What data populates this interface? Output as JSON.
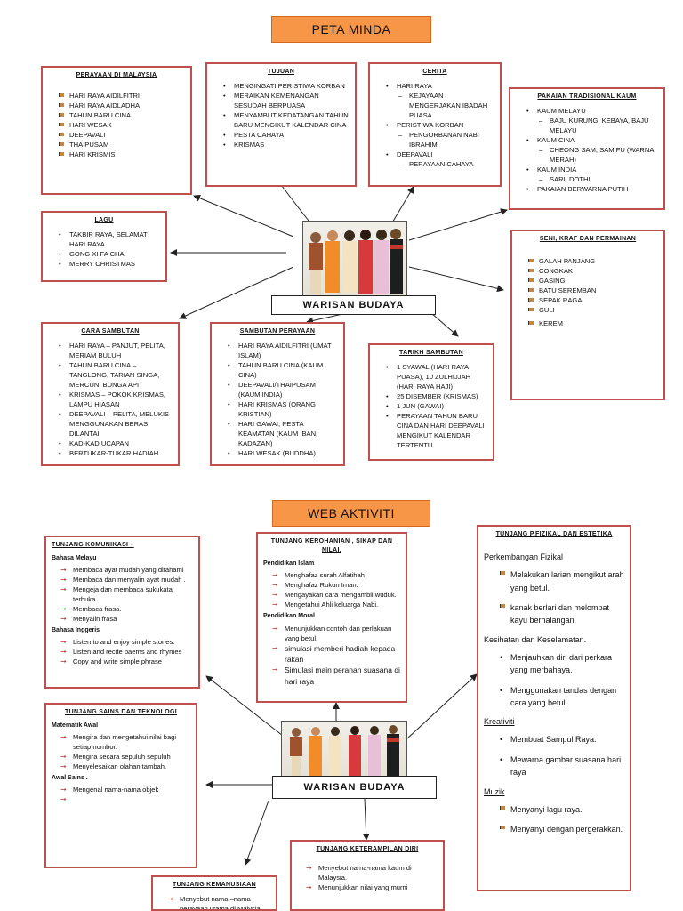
{
  "peta": {
    "title": "PETA MINDA",
    "center_label": "WARISAN BUDAYA",
    "perayaan": {
      "heading": "PERAYAAN DI MALAYSIA",
      "items": [
        "HARI RAYA AIDILFITRI",
        "HARI RAYA AIDLADHA",
        "TAHUN BARU CINA",
        "HARI WESAK",
        "DEEPAVALI",
        "THAIPUSAM",
        "HARI KRISMIS"
      ]
    },
    "tujuan": {
      "heading": "TUJUAN",
      "items": [
        "MENGINGATI PERISTIWA KORBAN",
        "MERAIKAN KEMENANGAN SESUDAH BERPUASA",
        "MENYAMBUT KEDATANGAN TAHUN BARU MENGIKUT KALENDAR CINA",
        "PESTA CAHAYA",
        "KRISMAS"
      ]
    },
    "cerita": {
      "heading": "CERITA",
      "i1": "HARI RAYA",
      "i1a": "KEJAYAAN MENGERJAKAN IBADAH PUASA",
      "i2": "PERISTIWA KORBAN",
      "i2a": "PENGORBANAN NABI IBRAHIM",
      "i3": "DEEPAVALI",
      "i3a": "PERAYAAN CAHAYA"
    },
    "pakaian": {
      "heading": "PAKAIAN TRADISIONAL KAUM",
      "i1": "KAUM MELAYU",
      "i1a": "BAJU KURUNG, KEBAYA, BAJU MELAYU",
      "i2": "KAUM CINA",
      "i2a": "CHEONG SAM, SAM FU (WARNA MERAH)",
      "i3": "KAUM INDIA",
      "i3a": "SARI, DOTHI",
      "i4": "PAKAIAN BERWARNA PUTIH"
    },
    "lagu": {
      "heading": "LAGU",
      "items": [
        "TAKBIR RAYA, SELAMAT HARI RAYA",
        "GONG XI FA CHAI",
        "MERRY CHRISTMAS"
      ]
    },
    "seni": {
      "heading": "SENI, KRAF DAN PERMAINAN",
      "items": [
        "GALAH PANJANG",
        "CONGKAK",
        "GASING",
        "BATU SEREMBAN",
        "SEPAK RAGA",
        "GULI"
      ],
      "last": "KEREM"
    },
    "cara": {
      "heading": "CARA SAMBUTAN",
      "items": [
        "HARI RAYA – PANJUT, PELITA, MERIAM BULUH",
        "TAHUN BARU CINA – TANGLONG, TARIAN SINGA, MERCUN, BUNGA API",
        "KRISMAS – POKOK KRISMAS, LAMPU HIASAN",
        "DEEPAVALI – PELITA, MELUKIS MENGGUNAKAN BERAS DILANTAI",
        "KAD-KAD UCAPAN",
        "BERTUKAR-TUKAR HADIAH"
      ]
    },
    "sambutan": {
      "heading": "SAMBUTAN PERAYAAN",
      "items": [
        "HARI RAYA AIDILFITRI (UMAT ISLAM)",
        "TAHUN BARU CINA (KAUM CINA)",
        "DEEPAVALI/THAIPUSAM (KAUM INDIA)",
        "HARI KRISMAS (ORANG KRISTIAN)",
        "HARI GAWAI, PESTA KEAMATAN (KAUM IBAN, KADAZAN)",
        "HARI WESAK (BUDDHA)"
      ]
    },
    "tarikh": {
      "heading": "TARIKH SAMBUTAN",
      "items": [
        "1 SYAWAL (HARI RAYA PUASA), 10 ZULHIJJAH (HARI RAYA HAJI)",
        "25 DISEMBER (KRISMAS)",
        "1 JUN (GAWAI)",
        "PERAYAAN TAHUN BARU CINA DAN HARI DEEPAVALI MENGIKUT KALENDAR TERTENTU"
      ]
    }
  },
  "web": {
    "title": "WEB AKTIVITI",
    "center_label": "WARISAN BUDAYA",
    "komunikasi": {
      "heading": "TUNJANG KOMUNIKASI –",
      "sub1": "Bahasa Melayu",
      "items1": [
        "Membaca ayat mudah yang difahami",
        "Membaca dan menyalin  ayat mudah .",
        "Mengeja dan membaca sukukata terbuka.",
        "Membaca frasa.",
        "Menyalin frasa"
      ],
      "sub2": "Bahasa Inggeris",
      "items2": [
        "Listen to and enjoy simple stories.",
        "Listen and recite paems and rhymes",
        "Copy and write simple phrase"
      ]
    },
    "kerohanian": {
      "heading": "TUNJANG KEROHANIAN , SIKAP DAN NILAI.",
      "sub1": "Pendidikan Islam",
      "items1": [
        "Menghafaz surah Alfatihah",
        "Menghafaz Rukun Iman.",
        "Mengayakan cara mengambil wuduk.",
        "Mengetahui Ahli keluarga Nabi."
      ],
      "sub2": "Pendidikan Moral",
      "items2": [
        "Menunjukkan contoh dan perlakuan yang betul.",
        "simulasi   memberi   hadiah kepada rakan",
        "Simulasi   main   peranan suasana di hari raya"
      ]
    },
    "fizikal": {
      "heading": "TUNJANG P.FIZIKAL DAN ESTETIKA",
      "p1": "Perkembangan Fizikal",
      "items1": [
        "Melakukan larian mengikut arah yang betul.",
        "kanak berlari dan melompat kayu berhalangan."
      ],
      "p2": "Kesihatan dan Keselamatan.",
      "items2": [
        "Menjauhkan diri dari perkara yang merbahaya.",
        "Menggunakan tandas dengan cara yang betul."
      ],
      "p3": "Kreativiti",
      "items3": [
        "Membuat Sampul Raya.",
        "Mewarna gambar suasana hari raya"
      ],
      "p4": "Muzik",
      "items4": [
        "Menyanyi lagu raya.",
        "Menyanyi dengan pergerakkan."
      ]
    },
    "sains": {
      "heading": "TUNJANG SAINS DAN TEKNOLOGI",
      "sub1": "Matematik Awal",
      "items1": [
        "Mengira dan mengetahui nilai bagi setiap nombor.",
        "Mengira secara sepuluh sepuluh",
        "Menyelesaikan olahan tambah."
      ],
      "sub2": "Awal Sains .",
      "items2": [
        "Mengenal nama-nama objek",
        ""
      ]
    },
    "keterampilan": {
      "heading": "TUNJANG KETERAMPILAN DIRI",
      "items": [
        "Menyebut nama-nama kaum di Malaysia.",
        "Menunjukkan nilai yang murni"
      ]
    },
    "kemanusiaan": {
      "heading": "TUNJANG KEMANUSIAAN",
      "items": [
        "Menyebut nama –nama perayaan utama di Malysia"
      ]
    }
  }
}
